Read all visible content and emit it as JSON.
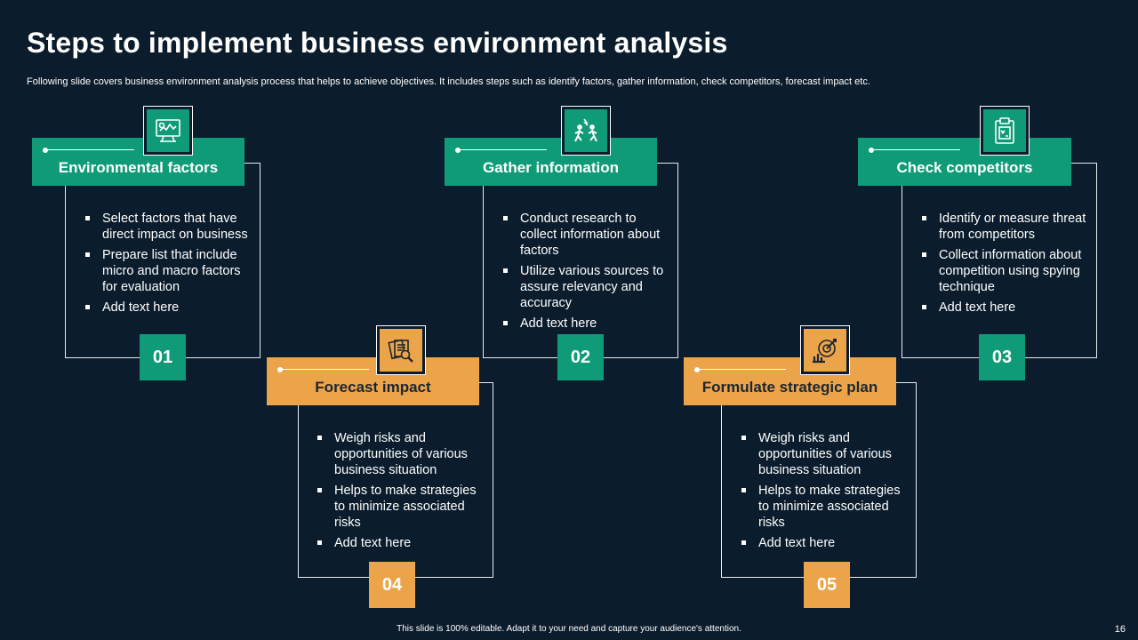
{
  "slide": {
    "title": "Steps to implement business environment analysis",
    "subtitle": "Following slide covers business environment analysis process that helps to achieve objectives. It includes steps such as identify factors, gather information, check competitors, forecast impact etc.",
    "footer": "This slide is 100% editable.  Adapt it to your need and capture your audience's attention.",
    "page_number": "16"
  },
  "steps": [
    {
      "number": "01",
      "title": "Environmental factors",
      "icon": "monitor-chart-icon",
      "color": "#0f9b78",
      "bullets": [
        "Select factors that have direct impact on business",
        "Prepare list that include micro and macro factors for evaluation",
        "Add text here"
      ]
    },
    {
      "number": "02",
      "title": "Gather information",
      "icon": "people-running-icon",
      "color": "#0f9b78",
      "bullets": [
        "Conduct research to collect information about factors",
        "Utilize various sources to assure relevancy and accuracy",
        "Add text here"
      ]
    },
    {
      "number": "03",
      "title": "Check competitors",
      "icon": "clipboard-icon",
      "color": "#0f9b78",
      "bullets": [
        "Identify or measure threat from competitors",
        "Collect information about competition using spying technique",
        "Add text here"
      ]
    },
    {
      "number": "04",
      "title": "Forecast impact",
      "icon": "documents-magnifier-icon",
      "color": "#eca44b",
      "bullets": [
        "Weigh risks and opportunities of various business situation",
        "Helps to make strategies to minimize associated risks",
        "Add text here"
      ]
    },
    {
      "number": "05",
      "title": "Formulate strategic plan",
      "icon": "chart-target-icon",
      "color": "#eca44b",
      "bullets": [
        "Weigh risks and opportunities of various business situation",
        "Helps to make strategies to minimize associated risks",
        "Add text here"
      ]
    }
  ]
}
